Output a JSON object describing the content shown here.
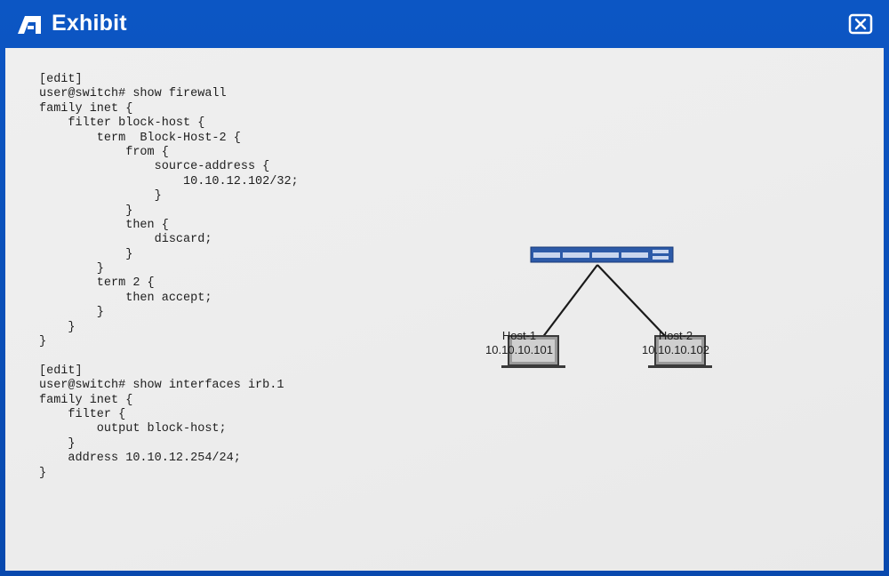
{
  "window": {
    "title": "Exhibit",
    "close_icon": "close-icon",
    "logo_icon": "exhibit-logo-icon",
    "colors": {
      "titlebar": "#0c56c4",
      "content_bg": "#ededed",
      "text": "#1e1e1e"
    }
  },
  "config": {
    "lines": [
      "[edit]",
      "user@switch# show firewall",
      "family inet {",
      "    filter block-host {",
      "        term  Block-Host-2 {",
      "            from {",
      "                source-address {",
      "                    10.10.12.102/32;",
      "                }",
      "            }",
      "            then {",
      "                discard;",
      "            }",
      "        }",
      "        term 2 {",
      "            then accept;",
      "        }",
      "    }",
      "}",
      "",
      "[edit]",
      "user@switch# show interfaces irb.1",
      "family inet {",
      "    filter {",
      "        output block-host;",
      "    }",
      "    address 10.10.12.254/24;",
      "}"
    ]
  },
  "diagram": {
    "switch_icon": "switch-icon",
    "hosts": [
      {
        "name": "Host-1",
        "ip": "10.10.10.101",
        "icon": "laptop-icon"
      },
      {
        "name": "Host-2",
        "ip": "10.10.10.102",
        "icon": "laptop-icon"
      }
    ]
  }
}
